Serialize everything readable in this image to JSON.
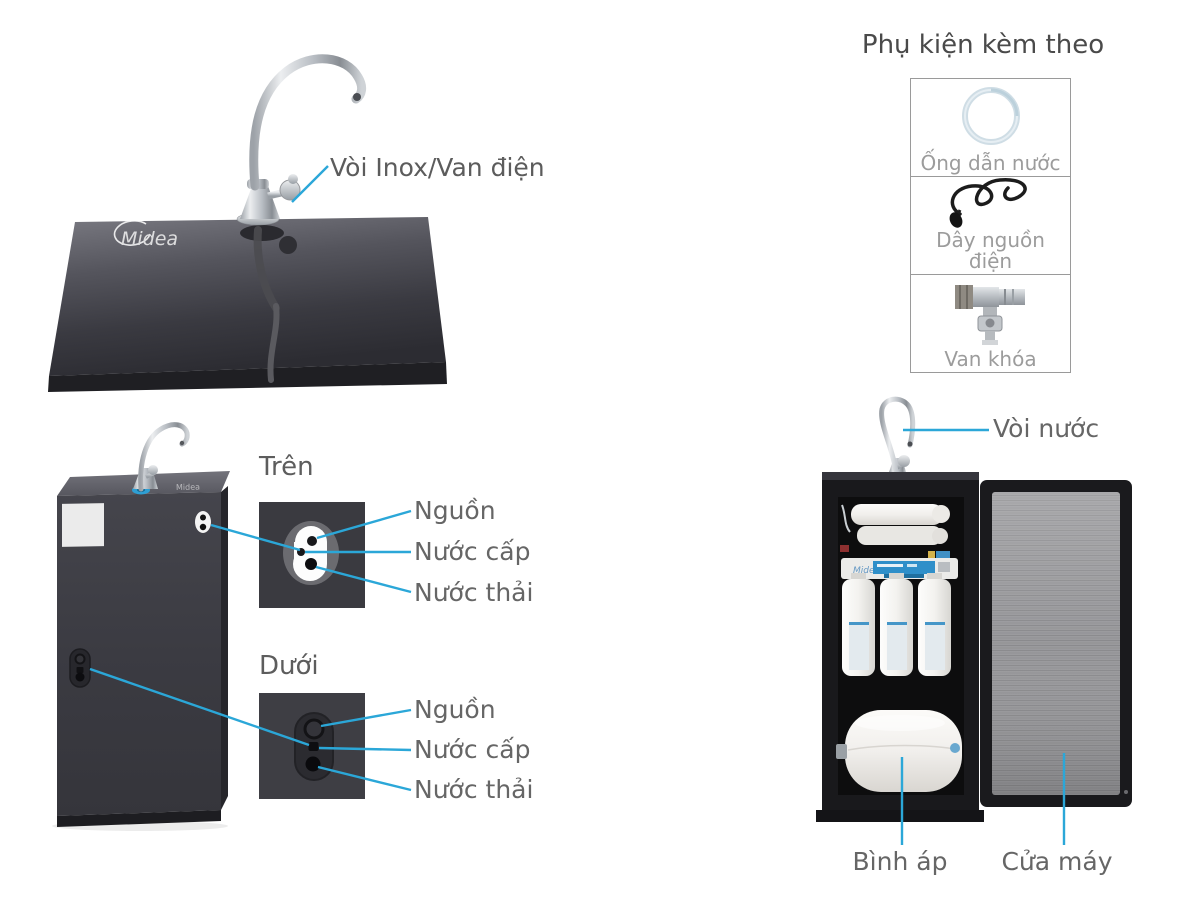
{
  "colors": {
    "accent_line": "#2BA7D8",
    "label_text": "#666666",
    "panel_title_text": "#4A4A4A",
    "caption_text": "#9C9C9C",
    "cabinet_dark": "#3A3A40",
    "faucet_mount_blue": "#2E9FD4"
  },
  "brand": "Midea",
  "countertop_section": {
    "callout": "Vòi Inox/Van điện"
  },
  "accessories_panel": {
    "title": "Phụ kiện kèm theo",
    "items": [
      {
        "icon": "water-tube-icon",
        "label": "Ống dẫn nước"
      },
      {
        "icon": "power-cord-icon",
        "label": "Dây nguồn điện"
      },
      {
        "icon": "shutoff-valve-icon",
        "label": "Van khóa"
      }
    ]
  },
  "cabinet_closed_section": {
    "top_detail": {
      "title": "Trên",
      "port_labels": [
        "Nguồn",
        "Nước cấp",
        "Nước thải"
      ]
    },
    "bottom_detail": {
      "title": "Dưới",
      "port_labels": [
        "Nguồn",
        "Nước cấp",
        "Nước thải"
      ]
    }
  },
  "cabinet_open_section": {
    "faucet_callout": "Vòi nước",
    "tank_callout": "Bình áp",
    "door_callout": "Cửa máy"
  }
}
